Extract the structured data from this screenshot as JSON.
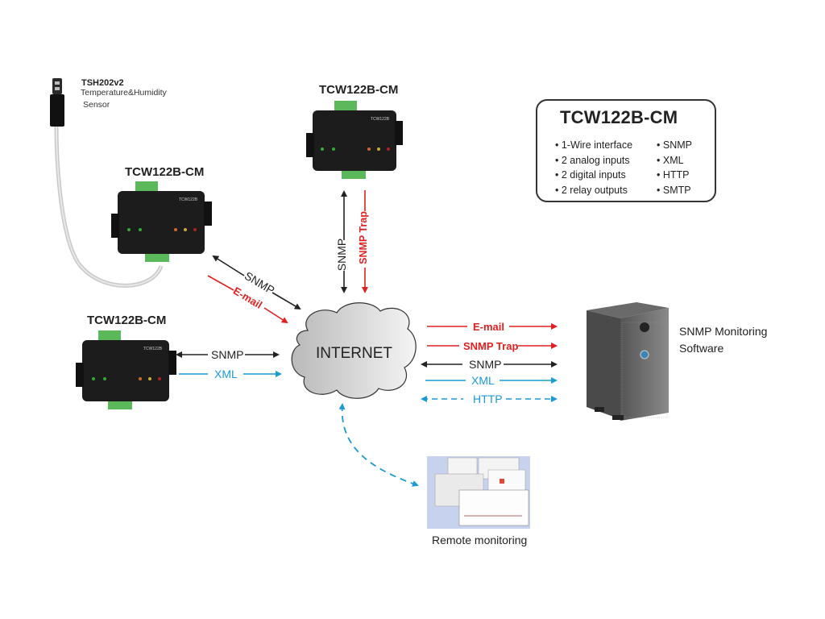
{
  "sensor": {
    "model": "TSH202v2",
    "description_line1": "Temperature&Humidity",
    "description_line2": "Sensor"
  },
  "devices": [
    {
      "label": "TCW122B-CM",
      "badge": "TCW122B",
      "id": "left-upper"
    },
    {
      "label": "TCW122B-CM",
      "badge": "TCW122B",
      "id": "top-center"
    },
    {
      "label": "TCW122B-CM",
      "badge": "TCW122B",
      "id": "left-lower"
    }
  ],
  "infobox": {
    "title": "TCW122B-CM",
    "features": [
      "1-Wire interface",
      "2 analog inputs",
      "2 digital inputs",
      "2 relay outputs"
    ],
    "protocols": [
      "SNMP",
      "XML",
      "HTTP",
      "SMTP"
    ]
  },
  "cloud": {
    "label": "INTERNET"
  },
  "links": {
    "top_snmp": "SNMP",
    "top_trap": "SNMP Trap",
    "diag_snmp": "SNMP",
    "diag_email": "E-mail",
    "left_snmp": "SNMP",
    "left_xml": "XML",
    "right_email": "E-mail",
    "right_trap": "SNMP Trap",
    "right_snmp": "SNMP",
    "right_xml": "XML",
    "right_http": "HTTP"
  },
  "server": {
    "label_line1": "SNMP Monitoring",
    "label_line2": "Software"
  },
  "remote": {
    "label": "Remote monitoring"
  },
  "colors": {
    "red": "#e02020",
    "black": "#222222",
    "blue": "#1a9ad6",
    "device": "#1c1c1c",
    "terminal": "#5bb85b"
  }
}
